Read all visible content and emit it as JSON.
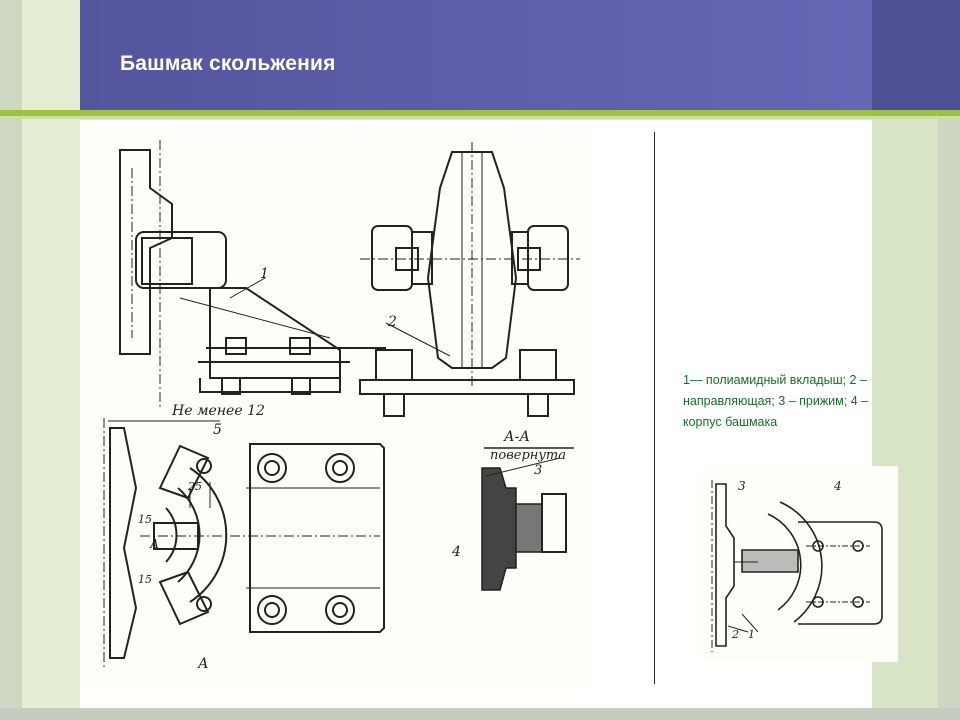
{
  "slide": {
    "title": "Башмак скольжения",
    "legend": "1— полиамидный вкладыш; 2 – направляющая; 3 – прижим; 4 – корпус башмака"
  },
  "main_drawing": {
    "labels": {
      "l1": "1",
      "l2": "2",
      "l3": "3",
      "l4": "4",
      "l5": "5",
      "not_less": "Не менее 12",
      "section_a": "А-А",
      "rotated": "повернута",
      "a_lower": "А",
      "a_side": "А",
      "d15a": "15",
      "d15b": "15",
      "d25": "25"
    }
  },
  "small_drawing": {
    "labels": {
      "s3": "3",
      "s4": "4",
      "s2": "2",
      "s1": "1"
    }
  }
}
